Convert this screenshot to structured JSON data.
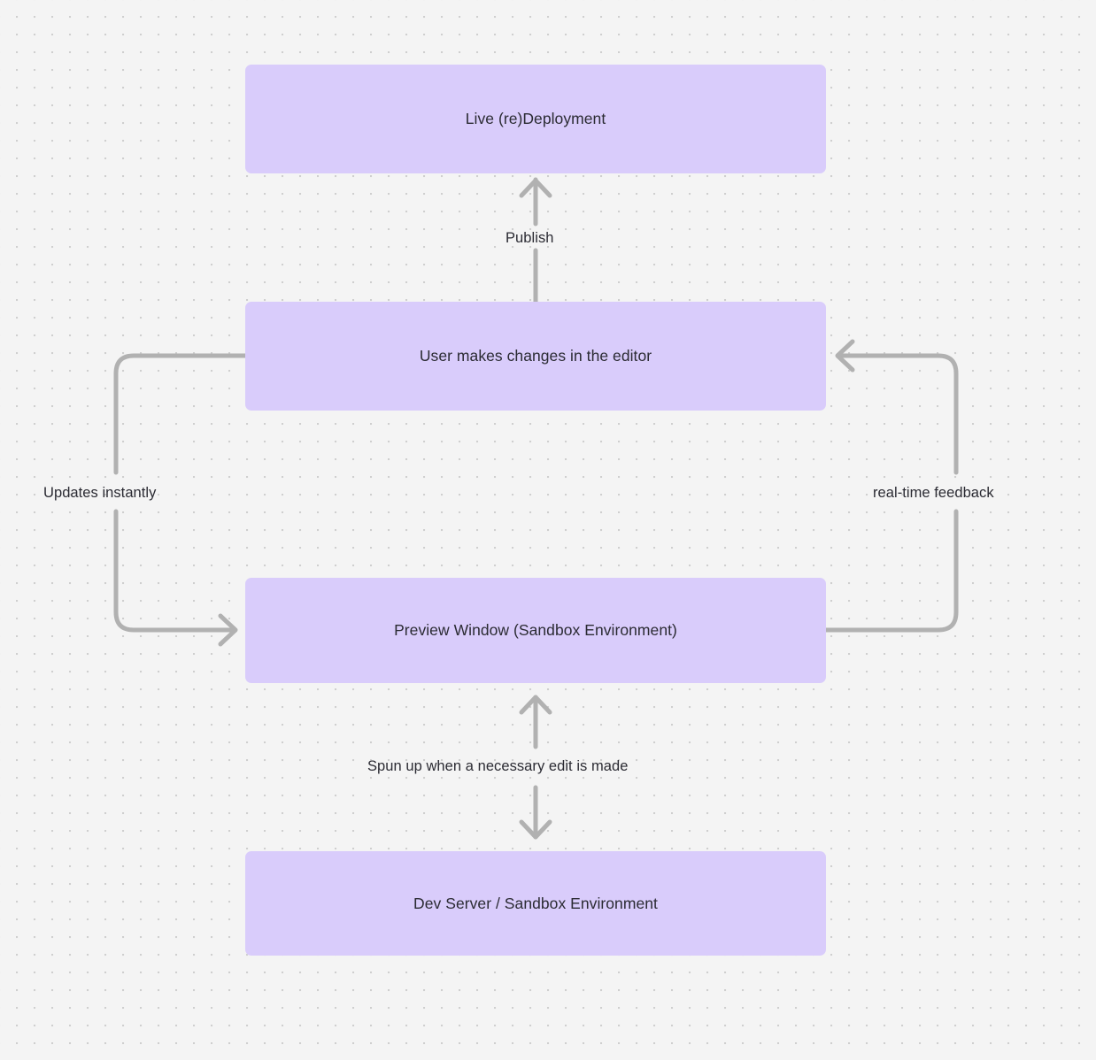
{
  "diagram": {
    "type": "flowchart",
    "title": "Live deployment / preview sandbox flow",
    "colors": {
      "canvas_background": "#f4f4f4",
      "grid_dot": "#cfcfcf",
      "node_fill": "#d9ccfb",
      "node_text": "#2b2b33",
      "edge_stroke": "#b1b1b1",
      "edge_label_text": "#2b2b33"
    },
    "nodes": [
      {
        "id": "live",
        "label": "Live (re)Deployment"
      },
      {
        "id": "editor",
        "label": "User makes changes in the editor"
      },
      {
        "id": "preview",
        "label": "Preview Window (Sandbox Environment)"
      },
      {
        "id": "devserver",
        "label": "Dev Server / Sandbox Environment"
      }
    ],
    "edges": [
      {
        "id": "editor-to-live",
        "from": "editor",
        "to": "live",
        "label": "Publish",
        "direction": "up",
        "arrowheads": "end"
      },
      {
        "id": "editor-to-preview",
        "from": "editor",
        "to": "preview",
        "label": "Updates instantly",
        "direction": "left-loop",
        "arrowheads": "end"
      },
      {
        "id": "preview-to-editor",
        "from": "preview",
        "to": "editor",
        "label": "real-time feedback",
        "direction": "right-loop",
        "arrowheads": "end"
      },
      {
        "id": "preview-devserver",
        "from": "devserver",
        "to": "preview",
        "label": "Spun up when a necessary edit is made",
        "direction": "vertical",
        "arrowheads": "both"
      }
    ]
  }
}
